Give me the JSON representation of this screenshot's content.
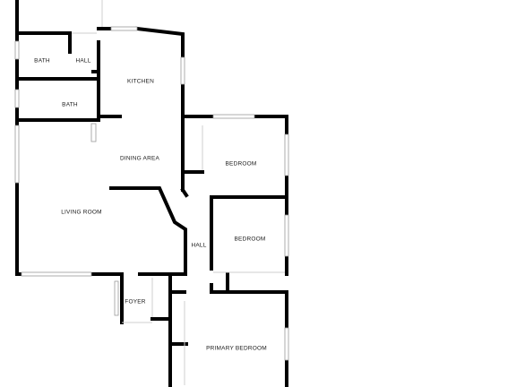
{
  "rooms": {
    "bath_upper": "BATH",
    "hall_upper": "HALL",
    "kitchen": "KITCHEN",
    "bath_lower": "BATH",
    "dining_area": "DINING AREA",
    "bedroom_upper": "BEDROOM",
    "living_room": "LIVING ROOM",
    "hall_center": "HALL",
    "bedroom_middle": "BEDROOM",
    "foyer": "FOYER",
    "primary_bedroom": "PRIMARY BEDROOM"
  },
  "colors": {
    "wall": "#000000",
    "window": "#9a9a9a",
    "background": "#ffffff"
  }
}
